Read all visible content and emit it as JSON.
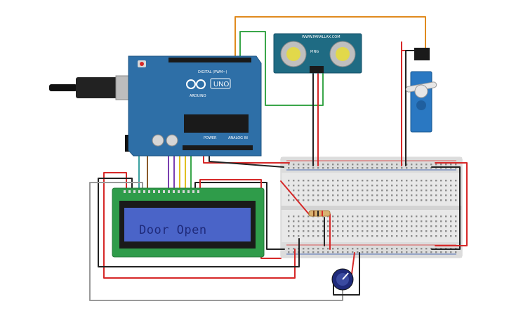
{
  "lcd": {
    "text": "Door Open"
  },
  "arduino": {
    "brand": "ARDUINO",
    "model": "UNO",
    "digital_label": "DIGITAL (PWM~)",
    "power_label": "POWER",
    "analog_label": "ANALOG IN"
  },
  "sensor": {
    "model": "PING",
    "site": "WWW.PARALLAX.COM"
  },
  "colors": {
    "board": "#2e6fa7",
    "breadboard": "#e9e9e9",
    "lcd_pcb": "#2f9c4a",
    "lcd_screen": "#4a64c8",
    "servo": "#2a78c2",
    "wire_red": "#d62828",
    "wire_black": "#222222",
    "wire_orange": "#e08a1e",
    "wire_green": "#3aa64a",
    "wire_gray": "#9a9a9a",
    "wire_purple": "#7a3fb0",
    "wire_yellow": "#e0c020",
    "wire_teal": "#3aa0a0",
    "wire_brown": "#8a5a2a"
  }
}
